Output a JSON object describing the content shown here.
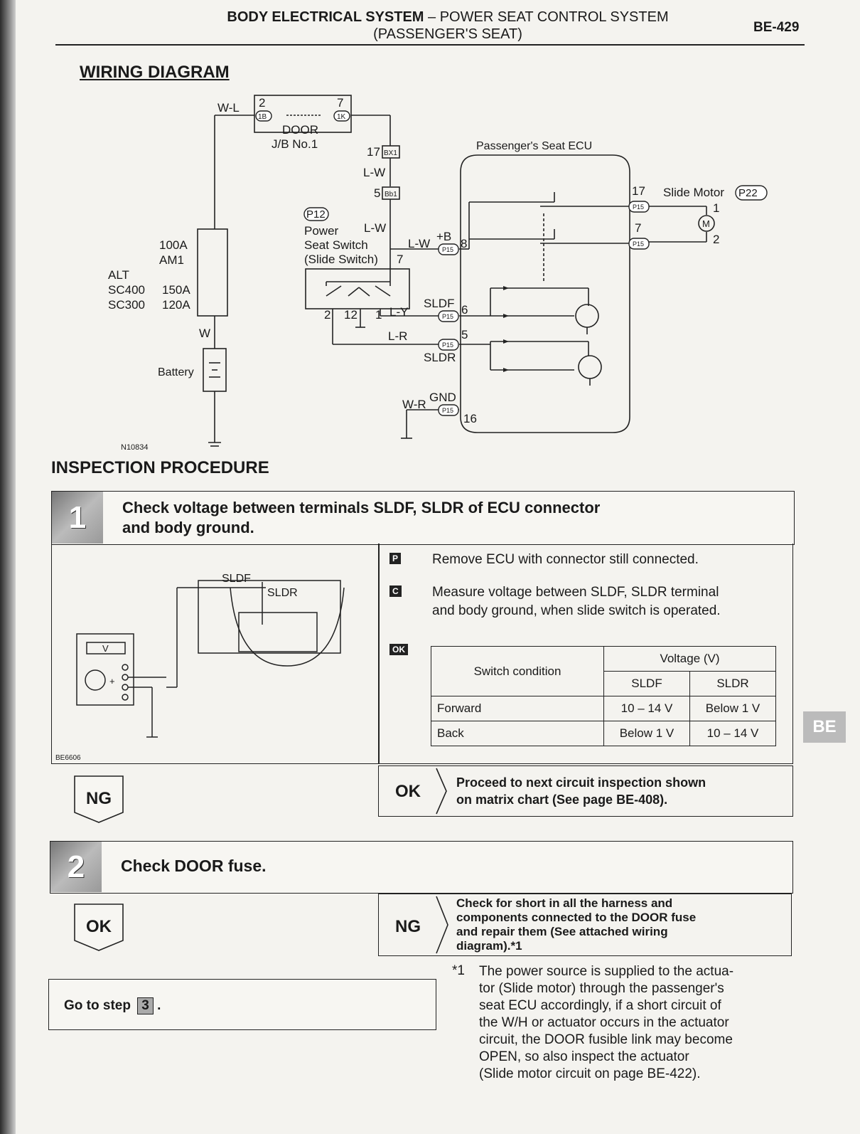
{
  "header": {
    "title_bold": "BODY ELECTRICAL SYSTEM",
    "title_rest": " – POWER SEAT CONTROL SYSTEM",
    "title_line2": "(PASSENGER'S SEAT)",
    "page_number": "BE-429"
  },
  "wiring": {
    "heading": "WIRING DIAGRAM",
    "labels": {
      "wl": "W-L",
      "t2": "2",
      "t7": "7",
      "c1b": "1B",
      "c1k": "1K",
      "door": "DOOR",
      "jb": "J/B No.1",
      "n17": "17",
      "bx1": "BX1",
      "lw1": "L-W",
      "n5": "5",
      "bb1": "Bb1",
      "p12": "P12",
      "power": "Power",
      "lw2": "L-W",
      "seat_switch": "Seat Switch",
      "slide_switch": "(Slide Switch)",
      "n7a": "7",
      "lw3": "L-W",
      "plusb": "+B",
      "n8": "8",
      "a100": "100A",
      "am1": "AM1",
      "alt": "ALT",
      "sc400": "SC400",
      "a150": "150A",
      "sc300": "SC300",
      "a120": "120A",
      "w": "W",
      "battery": "Battery",
      "n2": "2",
      "n12": "12",
      "n1": "1",
      "ly": "L-Y",
      "sldf": "SLDF",
      "n6": "6",
      "lr": "L-R",
      "n5b": "5",
      "sldr": "SLDR",
      "gnd": "GND",
      "wr": "W-R",
      "n16": "16",
      "ecu": "Passenger's Seat ECU",
      "n17b": "17",
      "slide_motor": "Slide Motor",
      "p22": "P22",
      "m1": "1",
      "n7b": "7",
      "m2": "2",
      "motor": "M",
      "p15": "P15",
      "code": "N10834"
    }
  },
  "inspection": {
    "heading": "INSPECTION PROCEDURE",
    "step1": {
      "number": "1",
      "title_line1": "Check voltage between terminals SLDF, SLDR of ECU connector",
      "title_line2": "and body ground.",
      "fig_sldf": "SLDF",
      "fig_sldr": "SLDR",
      "fig_v": "V",
      "fig_plus": "+",
      "fig_code": "BE6606",
      "tag_p": "P",
      "text_p": "Remove ECU with connector still connected.",
      "tag_c": "C",
      "text_c1": "Measure voltage between SLDF, SLDR terminal",
      "text_c2": "and body ground, when slide switch is operated.",
      "tag_ok": "OK",
      "table": {
        "col_switch": "Switch condition",
        "col_voltage": "Voltage (V)",
        "col_sldf": "SLDF",
        "col_sldr": "SLDR",
        "rows": [
          {
            "condition": "Forward",
            "sldf": "10 – 14 V",
            "sldr": "Below 1 V"
          },
          {
            "condition": "Back",
            "sldf": "Below 1 V",
            "sldr": "10 – 14 V"
          }
        ]
      },
      "ng_label": "NG",
      "ok_label": "OK",
      "ok_text1": "Proceed to next circuit inspection shown",
      "ok_text2": "on matrix chart (See page BE-408)."
    },
    "step2": {
      "number": "2",
      "title": "Check DOOR fuse.",
      "ok_label": "OK",
      "ng_label": "NG",
      "ng_text1": "Check for short in all the harness and",
      "ng_text2": "components connected to the DOOR fuse",
      "ng_text3": "and repair them (See attached wiring",
      "ng_text4": "diagram).*1",
      "goto_text": "Go to step",
      "goto_num": "3",
      "goto_end": "."
    },
    "footnote": {
      "mark": "*1",
      "lines": [
        "The power source is supplied to the actua-",
        "tor (Slide motor) through the passenger's",
        "seat ECU accordingly, if a short circuit of",
        "the W/H or actuator occurs in the actuator",
        "circuit, the DOOR fusible link may become",
        "OPEN, so also inspect the actuator",
        "(Slide motor circuit on page BE-422)."
      ]
    },
    "side_tab": "BE"
  }
}
